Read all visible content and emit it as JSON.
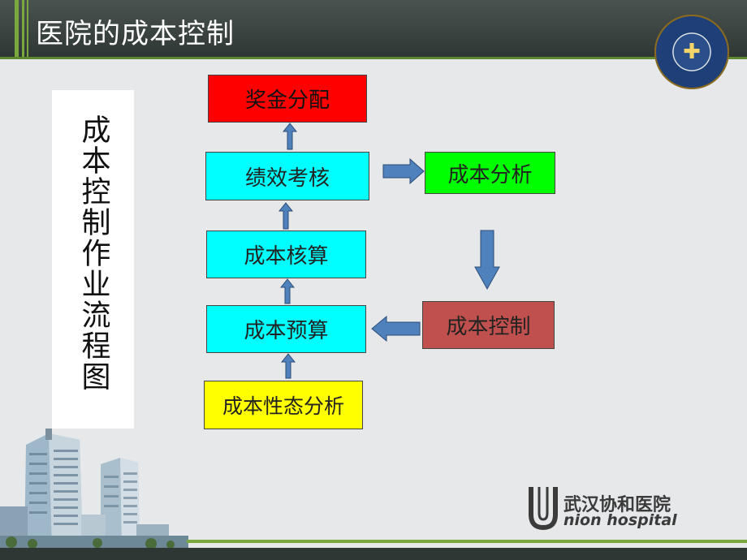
{
  "slide": {
    "title": "医院的成本控制",
    "side_label": "成本控制作业流程图"
  },
  "flow": {
    "bonus": "奖金分配",
    "performance": "绩效考核",
    "accounting": "成本核算",
    "budget": "成本预算",
    "behavior": "成本性态分析",
    "analysis": "成本分析",
    "control": "成本控制"
  },
  "footer": {
    "hospital_cn": "武汉协和医院",
    "hospital_en": "nion hospital"
  },
  "colors": {
    "header": "#3a4341",
    "accent_green": "#7aa83e",
    "bonus_red": "#ff0000",
    "cyan": "#00ffff",
    "yellow": "#ffff00",
    "green": "#00ff00",
    "brick": "#c0504d",
    "arrow_fill": "#4f81bd"
  },
  "icons": [
    "hospital-seal-icon",
    "union-u-logo-icon"
  ]
}
